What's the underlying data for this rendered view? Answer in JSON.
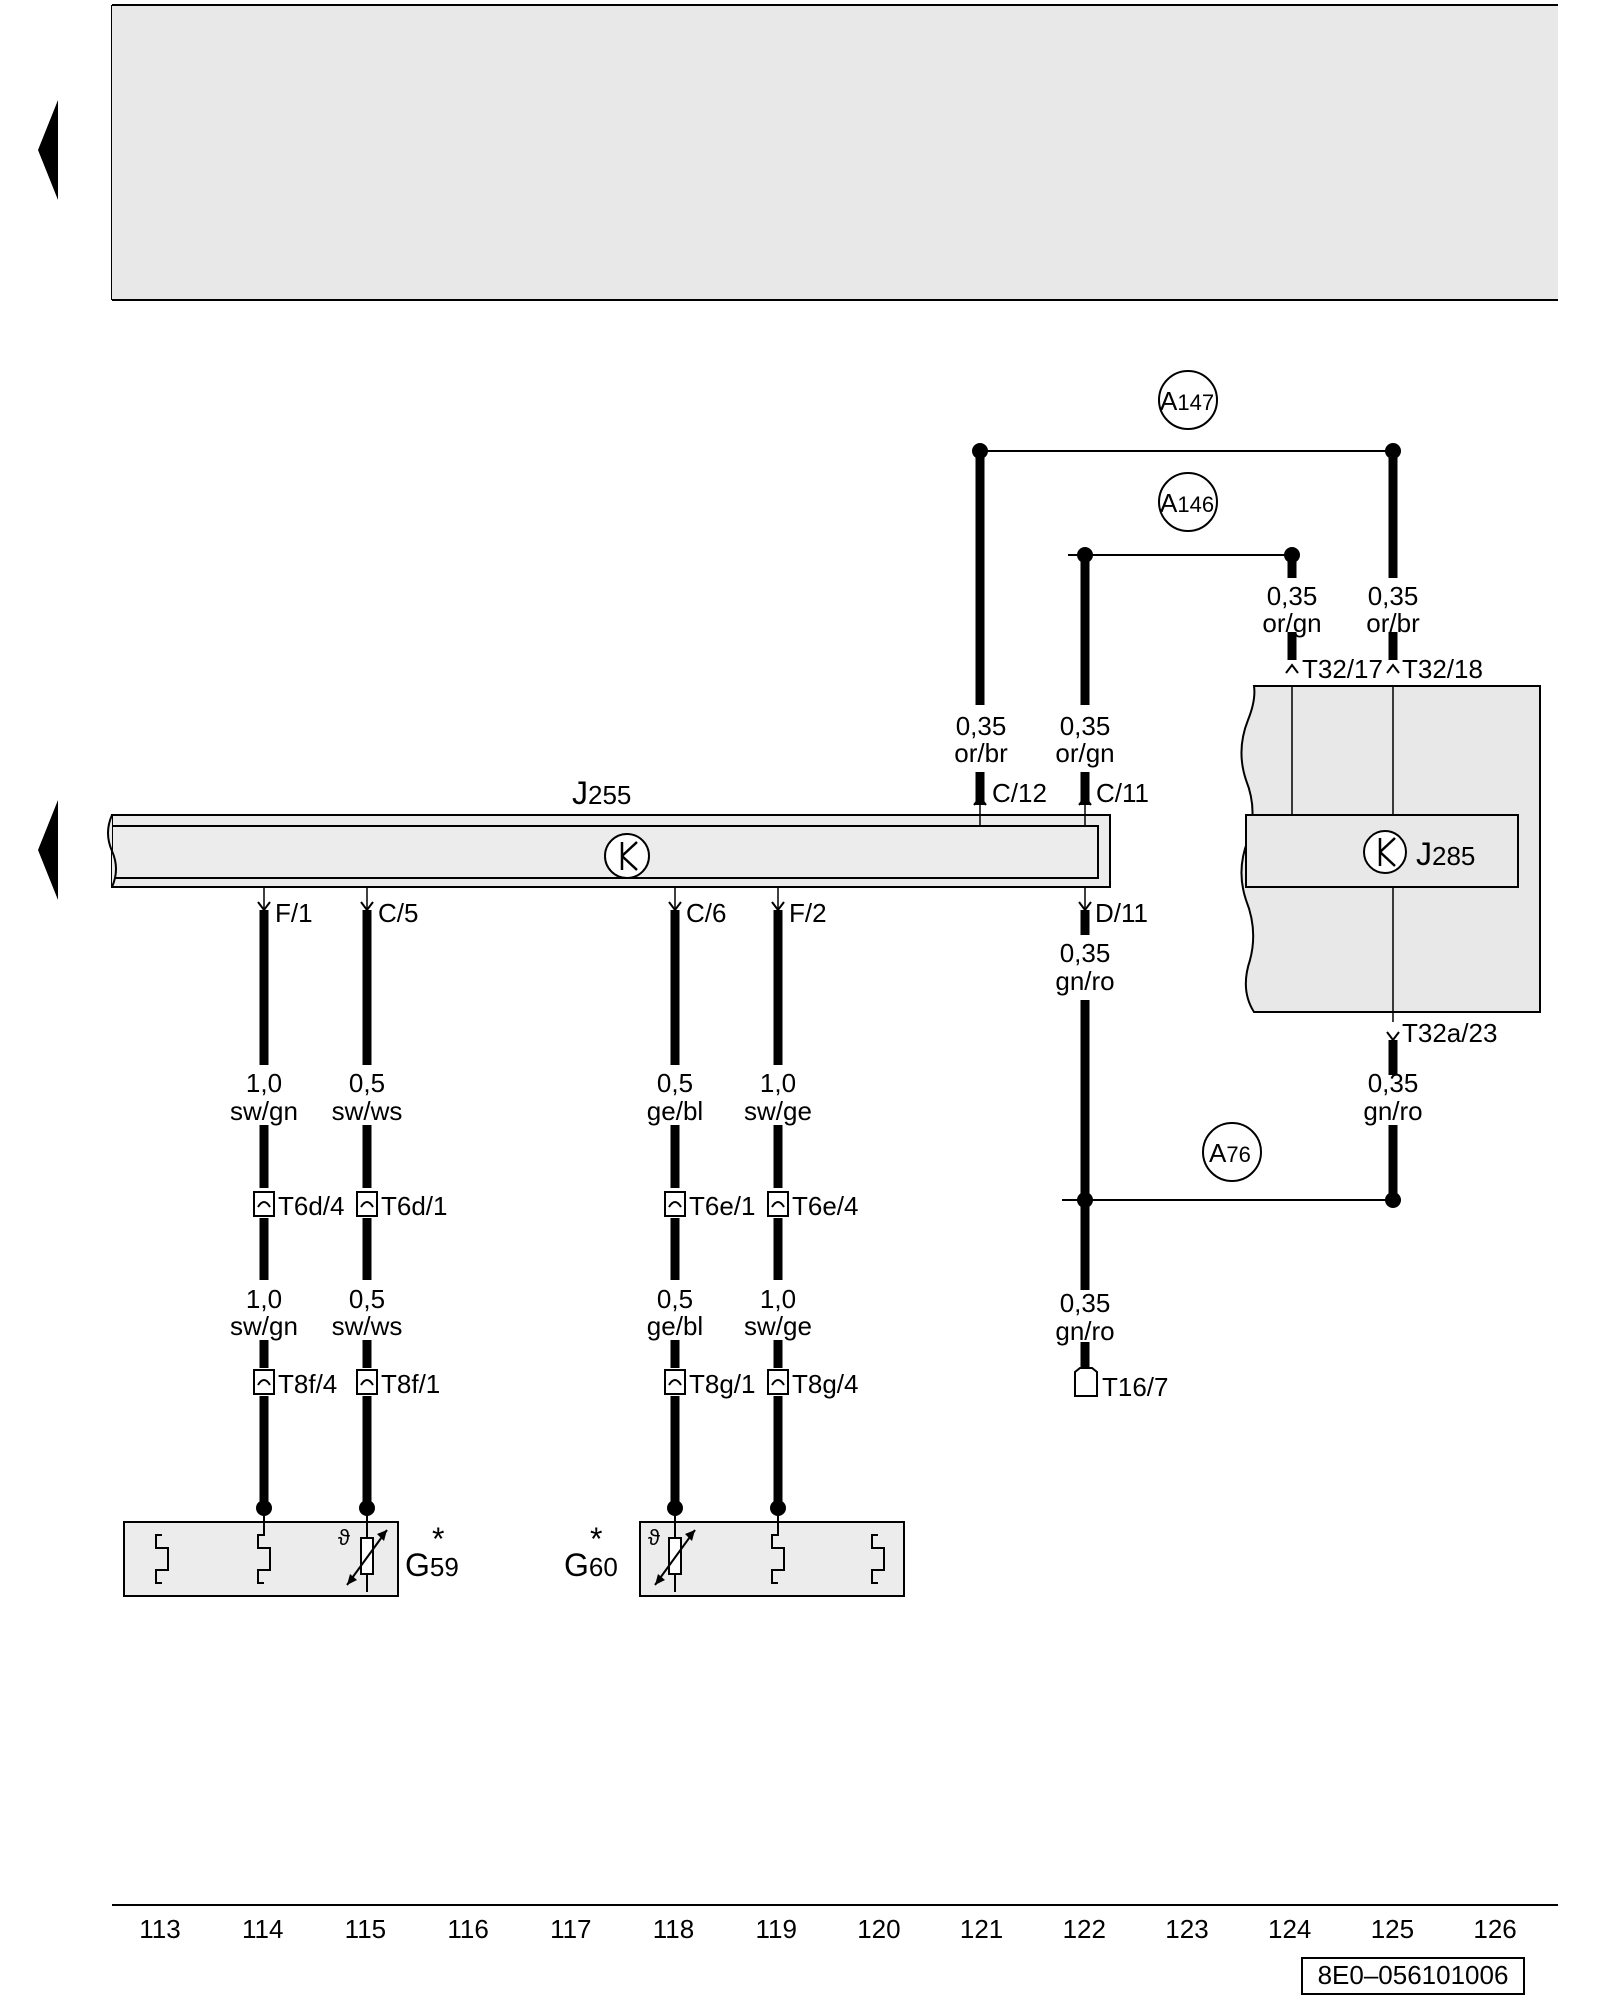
{
  "components": {
    "j255": {
      "letter": "J",
      "sub": "255"
    },
    "j285": {
      "letter": "J",
      "sub": "285"
    },
    "g59": {
      "letter": "G",
      "sub": "59",
      "star": "*"
    },
    "g60": {
      "letter": "G",
      "sub": "60",
      "star": "*"
    }
  },
  "ground_points": {
    "a147": {
      "letter": "A",
      "sub": "147"
    },
    "a146": {
      "letter": "A",
      "sub": "146"
    },
    "a76": {
      "letter": "A",
      "sub": "76"
    }
  },
  "pins": {
    "c12": "C/12",
    "c11": "C/11",
    "f1": "F/1",
    "c5": "C/5",
    "c6": "C/6",
    "f2": "F/2",
    "d11": "D/11",
    "t32_17": "T32/17",
    "t32_18": "T32/18",
    "t32a_23": "T32a/23"
  },
  "wires": {
    "w121": {
      "size": "0,35",
      "color": "or/br"
    },
    "w122": {
      "size": "0,35",
      "color": "or/gn"
    },
    "w124": {
      "size": "0,35",
      "color": "or/gn"
    },
    "w125": {
      "size": "0,35",
      "color": "or/br"
    },
    "w122b": {
      "size": "0,35",
      "color": "gn/ro"
    },
    "w125b": {
      "size": "0,35",
      "color": "gn/ro"
    },
    "w122c": {
      "size": "0,35",
      "color": "gn/ro"
    },
    "w114a": {
      "size": "1,0",
      "color": "sw/gn"
    },
    "w115a": {
      "size": "0,5",
      "color": "sw/ws"
    },
    "w118a": {
      "size": "0,5",
      "color": "ge/bl"
    },
    "w119a": {
      "size": "1,0",
      "color": "sw/ge"
    },
    "w114b": {
      "size": "1,0",
      "color": "sw/gn"
    },
    "w115b": {
      "size": "0,5",
      "color": "sw/ws"
    },
    "w118b": {
      "size": "0,5",
      "color": "ge/bl"
    },
    "w119b": {
      "size": "1,0",
      "color": "sw/ge"
    }
  },
  "connectors": {
    "t6d4": "T6d/4",
    "t6d1": "T6d/1",
    "t6e1": "T6e/1",
    "t6e4": "T6e/4",
    "t8f4": "T8f/4",
    "t8f1": "T8f/1",
    "t8g1": "T8g/1",
    "t8g4": "T8g/4",
    "t16_7": "T16/7"
  },
  "footer": {
    "columns": [
      "113",
      "114",
      "115",
      "116",
      "117",
      "118",
      "119",
      "120",
      "121",
      "122",
      "123",
      "124",
      "125",
      "126"
    ],
    "doc_id": "8E0–056101006"
  }
}
